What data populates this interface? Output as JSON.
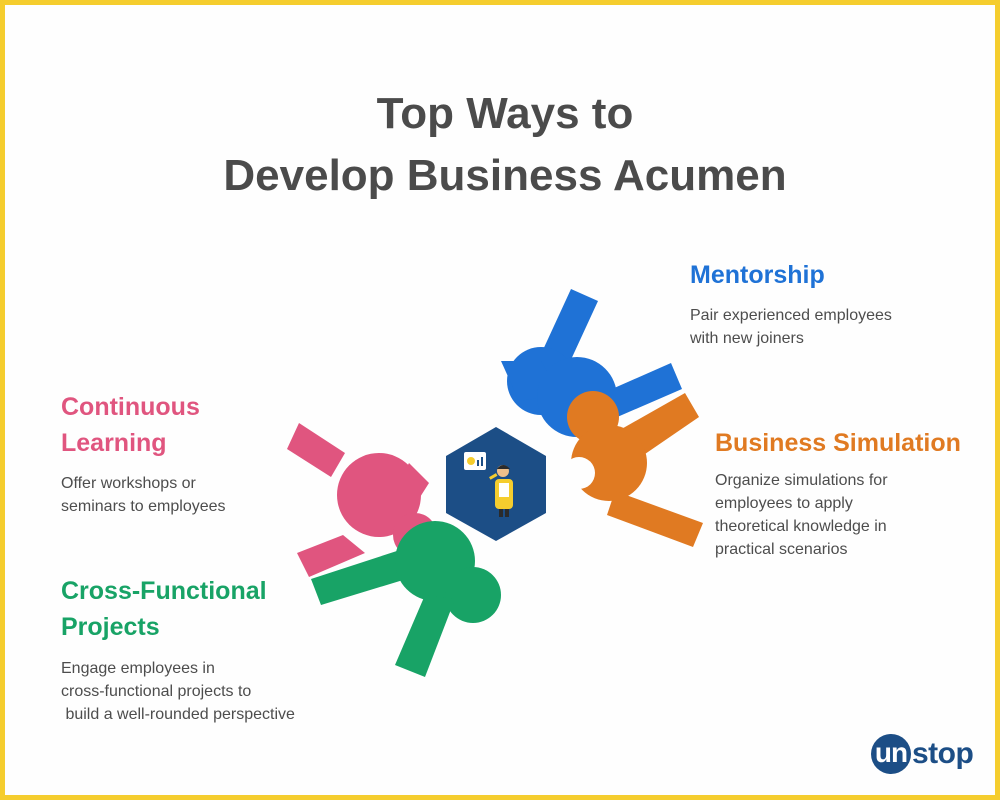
{
  "title": {
    "line1": "Top Ways to",
    "line2": "Develop Business Acumen"
  },
  "items": {
    "mentorship": {
      "heading": "Mentorship",
      "desc": [
        "Pair experienced employees",
        "with new joiners"
      ],
      "color": "#1f72d6"
    },
    "simulation": {
      "heading": "Business Simulation",
      "desc": [
        "Organize simulations for",
        "employees to apply",
        "theoretical knowledge in",
        "practical scenarios"
      ],
      "color": "#e07a22"
    },
    "learning": {
      "heading": [
        "Continuous",
        "Learning"
      ],
      "desc": [
        "Offer workshops or",
        "seminars to employees"
      ],
      "color": "#e0557f"
    },
    "projects": {
      "heading": [
        "Cross-Functional",
        "Projects"
      ],
      "desc": [
        "Engage employees in",
        "cross-functional projects to",
        " build a well-rounded perspective"
      ],
      "color": "#18a366"
    }
  },
  "center_icon": "presenter-with-chart-icon",
  "logo": {
    "mark": "un",
    "text": "stop"
  },
  "colors": {
    "border": "#f5cd2e",
    "title": "#4b4b4b",
    "hexagon": "#1c4e86",
    "blue": "#1f72d6",
    "orange": "#e07a22",
    "pink": "#e0557f",
    "green": "#18a366"
  }
}
